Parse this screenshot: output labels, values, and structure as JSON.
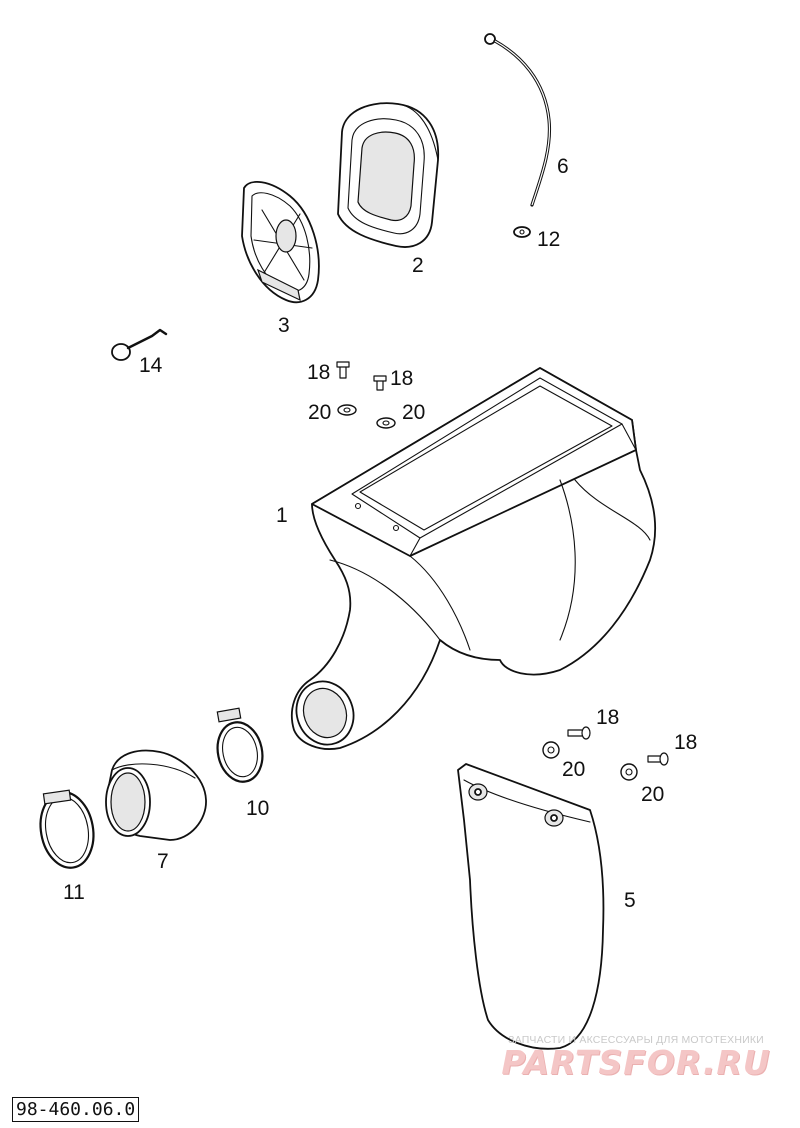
{
  "diagram": {
    "code": "98-460.06.0",
    "callouts": [
      {
        "id": "1",
        "text": "1"
      },
      {
        "id": "2",
        "text": "2"
      },
      {
        "id": "3",
        "text": "3"
      },
      {
        "id": "5",
        "text": "5"
      },
      {
        "id": "6",
        "text": "6"
      },
      {
        "id": "7",
        "text": "7"
      },
      {
        "id": "10",
        "text": "10"
      },
      {
        "id": "11",
        "text": "11"
      },
      {
        "id": "12",
        "text": "12"
      },
      {
        "id": "14",
        "text": "14"
      },
      {
        "id": "18a",
        "text": "18"
      },
      {
        "id": "18b",
        "text": "18"
      },
      {
        "id": "18c",
        "text": "18"
      },
      {
        "id": "18d",
        "text": "18"
      },
      {
        "id": "20a",
        "text": "20"
      },
      {
        "id": "20b",
        "text": "20"
      },
      {
        "id": "20c",
        "text": "20"
      },
      {
        "id": "20d",
        "text": "20"
      }
    ]
  },
  "watermark": {
    "tagline": "ЗАПЧАСТИ И АКСЕССУАРЫ ДЛЯ МОТОТЕХНИКИ",
    "brand": "PARTSFOR.RU"
  }
}
